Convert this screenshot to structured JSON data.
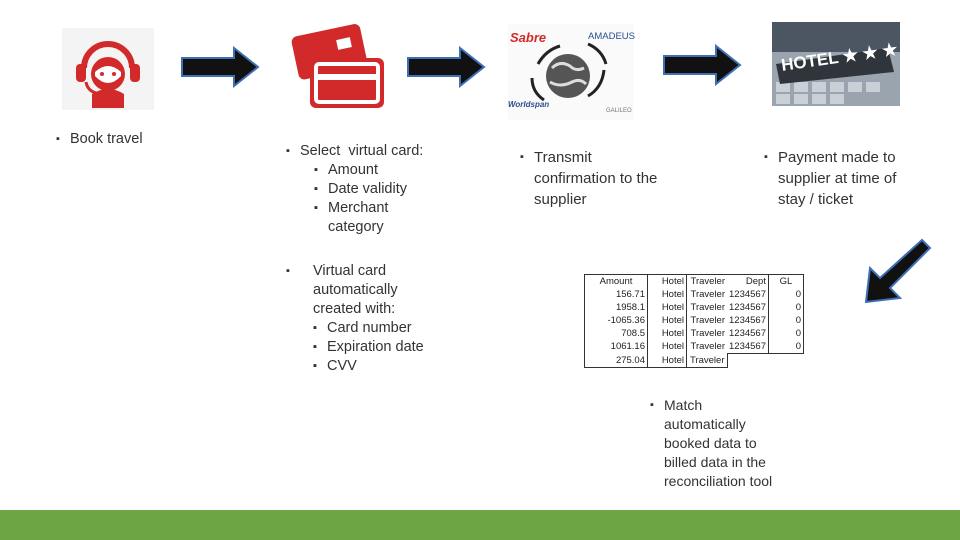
{
  "step1": {
    "label": "Book travel"
  },
  "step2": {
    "title": "Select  virtual card:",
    "items": [
      "Amount",
      "Date validity",
      "Merchant category"
    ]
  },
  "step2b": {
    "title": "Virtual card automatically created with:",
    "items": [
      "Card number",
      "Expiration date",
      "CVV"
    ]
  },
  "step3": {
    "label": "Transmit confirmation to the supplier",
    "logos": [
      "Sabre",
      "AMADEUS",
      "Worldspan",
      "GALILEO"
    ]
  },
  "step4": {
    "label": "Payment made to supplier at time of stay / ticket",
    "sign": "HOTEL ★ ★ ★"
  },
  "step5": {
    "label": "Match automatically booked data to billed data in the reconciliation tool"
  },
  "table": {
    "headers": [
      "Amount",
      "Hotel",
      "Traveler",
      "Dept",
      "GL"
    ],
    "rows": [
      [
        "156.71",
        "Hotel",
        "Traveler",
        "1234567",
        "0"
      ],
      [
        "1958.1",
        "Hotel",
        "Traveler",
        "1234567",
        "0"
      ],
      [
        "-1065.36",
        "Hotel",
        "Traveler",
        "1234567",
        "0"
      ],
      [
        "708.5",
        "Hotel",
        "Traveler",
        "1234567",
        "0"
      ],
      [
        "1061.16",
        "Hotel",
        "Traveler",
        "1234567",
        "0"
      ],
      [
        "275.04",
        "Hotel",
        "Traveler",
        "",
        ""
      ]
    ]
  },
  "colors": {
    "accent_red": "#d22a2a",
    "footer_green": "#6da544"
  },
  "icons": [
    "headset-agent-icon",
    "credit-card-icon",
    "gds-globe-icon",
    "hotel-photo-icon",
    "arrow-right-icon",
    "arrow-down-left-icon"
  ]
}
